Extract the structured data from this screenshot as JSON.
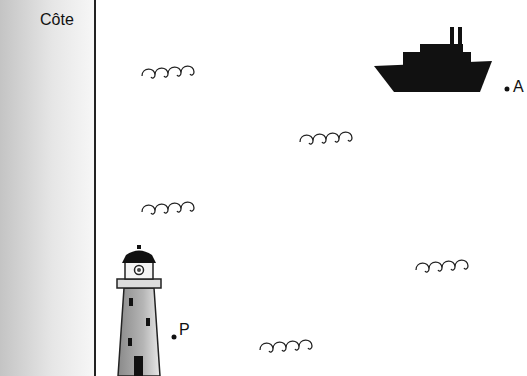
{
  "diagram": {
    "labels": [
      "Côte",
      "A",
      "P"
    ]
  }
}
